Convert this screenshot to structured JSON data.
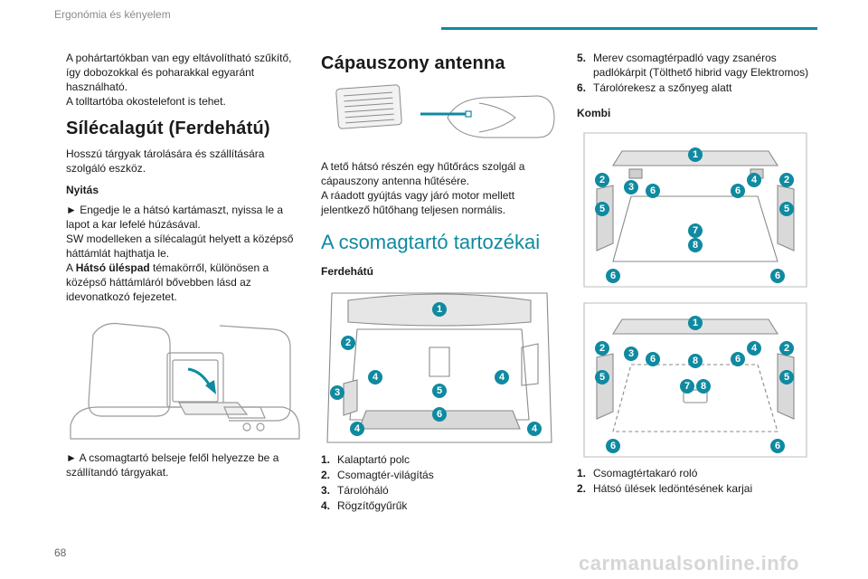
{
  "header": {
    "section_title": "Ergonómia és kényelem",
    "accent_color": "#0f8aa0"
  },
  "page_number": "68",
  "watermark": "carmanualsonline.info",
  "col1": {
    "intro_lines": [
      "A pohártartókban van egy eltávolítható szűkítő,",
      "így dobozokkal és poharakkal egyaránt",
      "használható.",
      "A tolltartóba okostelefont is tehet."
    ],
    "heading": "Sílécalagút (Ferdehátú)",
    "desc": "Hosszú tárgyak tárolására és szállítására szolgáló eszköz.",
    "subheading": "Nyitás",
    "step1": "Engedje le a hátsó kartámaszt, nyissa le a lapot a kar lefelé húzásával.",
    "step1_line2": "SW modelleken a sílécalagút helyett a középső háttámlát hajthatja le.",
    "step1_line3_pre": "A ",
    "step1_line3_bold": "Hátsó üléspad",
    "step1_line3_post": " témakörről, különösen a középső háttámláról bővebben lásd az idevonatkozó fejezetet.",
    "step2": "A csomagtartó belseje felől helyezze be a szállítandó tárgyakat."
  },
  "col2": {
    "heading": "Cápauszony antenna",
    "desc_line1": "A tető hátsó részén egy hűtőrács szolgál a cápauszony antenna hűtésére.",
    "desc_line2": "A ráadott gyújtás vagy járó motor mellett jelentkező hűtőhang teljesen normális.",
    "section_heading": "A csomagtartó tartozékai",
    "subheading": "Ferdehátú",
    "list": [
      {
        "num": "1.",
        "text": "Kalaptartó polc"
      },
      {
        "num": "2.",
        "text": "Csomagtér-világítás"
      },
      {
        "num": "3.",
        "text": "Tárolóháló"
      },
      {
        "num": "4.",
        "text": "Rögzítőgyűrűk"
      }
    ],
    "callouts": [
      "1",
      "2",
      "3",
      "4",
      "4",
      "4",
      "4",
      "5",
      "6"
    ]
  },
  "col3": {
    "list_top": [
      {
        "num": "5.",
        "text": "Merev csomagtérpadló vagy zsanéros padlókárpit (Tölthető hibrid vagy Elektromos)"
      },
      {
        "num": "6.",
        "text": "Tárolórekesz a szőnyeg alatt"
      }
    ],
    "subheading": "Kombi",
    "list_bottom": [
      {
        "num": "1.",
        "text": "Csomagtértakaró roló"
      },
      {
        "num": "2.",
        "text": "Hátsó ülések ledöntésének karjai"
      }
    ],
    "callouts_top": [
      "1",
      "2",
      "3",
      "6",
      "6",
      "4",
      "2",
      "5",
      "5",
      "7",
      "8",
      "6",
      "6"
    ],
    "callouts_bottom": [
      "1",
      "2",
      "3",
      "6",
      "8",
      "6",
      "4",
      "2",
      "5",
      "5",
      "7",
      "8",
      "6",
      "6"
    ]
  }
}
